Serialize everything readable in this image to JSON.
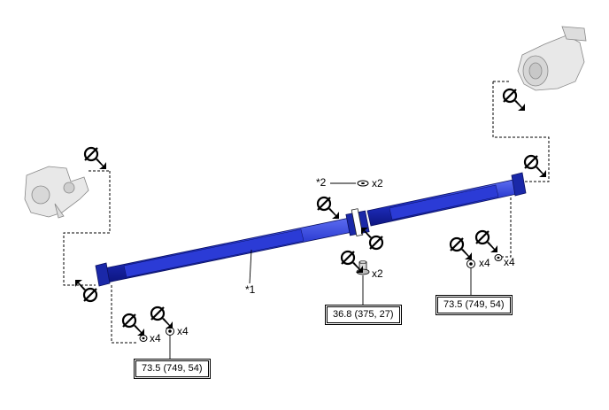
{
  "callouts": {
    "part_1": "*1",
    "part_2": "*2",
    "qty_washer_center": "x2",
    "qty_bolt_center": "x2",
    "qty_nut_left": "x4",
    "qty_washer_left": "x4",
    "qty_nut_right": "x4",
    "qty_washer_right": "x4"
  },
  "torque_specs": {
    "center": "36.8 (375, 27)",
    "right": "73.5 (749, 54)",
    "left": "73.5 (749, 54)"
  },
  "icons": {
    "replace": "no-reuse-icon",
    "shaft": "propeller-shaft-icon",
    "front_unit": "transfer-case-icon",
    "rear_unit": "differential-icon"
  },
  "colors": {
    "shaft_blue": "#2233cc",
    "shaft_dark": "#0d1580",
    "line": "#000000"
  }
}
